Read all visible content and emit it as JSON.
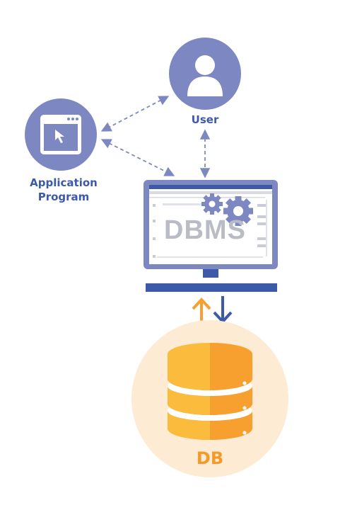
{
  "nodes": {
    "user": {
      "label": "User"
    },
    "application": {
      "line1": "Application",
      "line2": "Program"
    },
    "dbms": {
      "label": "DBMS"
    },
    "db": {
      "label": "DB"
    }
  },
  "colors": {
    "primary_circle": "#7d88c3",
    "dark_blue": "#3d5aa8",
    "monitor_frame": "#7d88c3",
    "orange": "#f7a030",
    "light_orange": "#fdebd4",
    "dashed_line": "#7d88c3"
  },
  "icons": {
    "user": "person-icon",
    "application": "app-window-cursor-icon",
    "dbms": "gears-icon",
    "db": "database-cylinder-icon"
  }
}
